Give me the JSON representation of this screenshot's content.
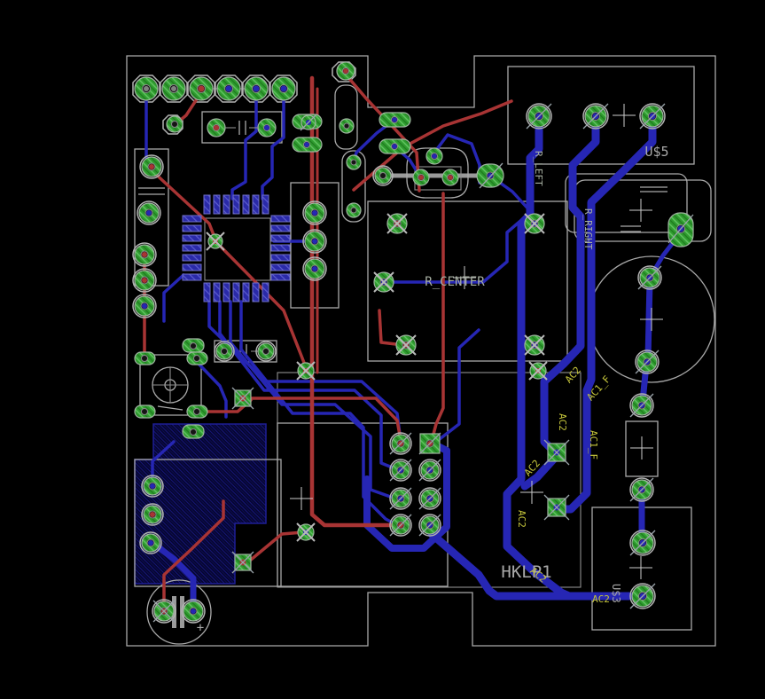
{
  "app": {
    "type": "pcb-layout-editor-canvas",
    "background": "#000000"
  },
  "colors": {
    "background": "#000000",
    "board_outline": "#a9a9a9",
    "top_layer_red": "#a83434",
    "bottom_layer_blue": "#2626b4",
    "pad_green": "#2f9b2f",
    "ground_plane_blue": "#10105c",
    "signal_label_yellow": "#c6c63c",
    "silkscreen_gray": "#a9a9a9"
  },
  "labels": {
    "u5": "U$5",
    "u3": "U$3",
    "hklp1": "HKLP1",
    "r_left": "R_LEFT",
    "r_right": "R_RIGHT",
    "r_center": "R_CENTER",
    "ac2": "AC2",
    "ac1_f": "AC1_F",
    "plus": "+"
  },
  "designators": [
    "U$5",
    "U$3",
    "HKLP1"
  ],
  "signal_names": [
    "R_LEFT",
    "R_RIGHT",
    "R_CENTER",
    "AC2",
    "AC1_F"
  ]
}
